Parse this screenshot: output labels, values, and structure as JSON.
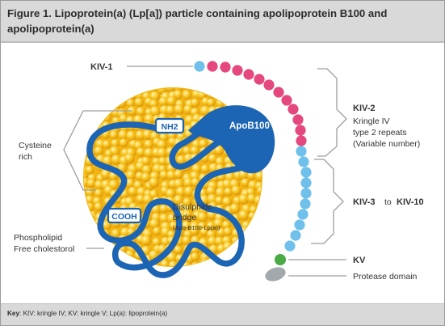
{
  "figure": {
    "title": "Figure 1. Lipoprotein(a) (Lp[a]) particle containing apolipoprotein B100 and apolipoprotein(a)"
  },
  "labels": {
    "kiv1": "KIV-1",
    "kiv2": "KIV-2",
    "kiv2_desc_1": "Kringle IV",
    "kiv2_desc_2": "type 2 repeats",
    "kiv2_desc_3": "(Variable number)",
    "kiv3": "KIV-3",
    "kiv_to": "to",
    "kiv10": "KIV-10",
    "kv": "KV",
    "protease": "Protease domain",
    "cysteine_1": "Cysteine",
    "cysteine_2": "rich",
    "phospholipid_1": "Phospholipid",
    "phospholipid_2": "Free cholestorol",
    "nh2": "NH2",
    "cooh": "COOH",
    "apob100": "ApoB100",
    "disulphide_1": "Disulphide",
    "disulphide_2": "bridge",
    "disulphide_3": "(Apo-B100-Lp(a))"
  },
  "key": {
    "label": "Key",
    "text": ": KIV: kringle IV; KV: kringle V; Lp(a): lipoprotein(a)"
  },
  "colors": {
    "header_bg": "#d9d9d9",
    "particle_yellow": "#f6c21c",
    "apob_blue": "#1c64b4",
    "kiv2_pink": "#e5477f",
    "kiv_blue": "#6fc0ea",
    "kv_green": "#4aab46",
    "protease_gray": "#a3a8ad",
    "bracket_gray": "#9d9d9d"
  }
}
